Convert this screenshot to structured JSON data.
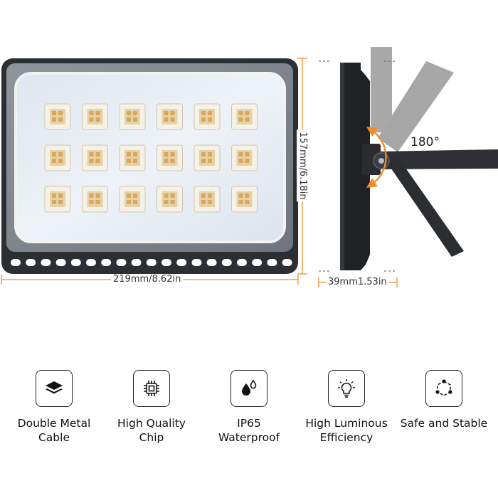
{
  "dimensions": {
    "width": "219mm/8.62in",
    "height": "157mm/6.18in",
    "depth": "39mm1.53in"
  },
  "rotation": {
    "angle": "180°"
  },
  "colors": {
    "accent": "#f28c28",
    "housing": "#2b2e33",
    "panel": "#e7edf5"
  },
  "features": [
    {
      "icon": "stacked-layers-icon",
      "label": "Double Metal\nCable"
    },
    {
      "icon": "chip-icon",
      "label": "High Quality\nChip"
    },
    {
      "icon": "water-drops-icon",
      "label": "IP65\nWaterproof"
    },
    {
      "icon": "light-bulb-icon",
      "label": "High Luminous\nEfficiency"
    },
    {
      "icon": "hexagon-network-icon",
      "label": "Safe and Stable"
    }
  ]
}
